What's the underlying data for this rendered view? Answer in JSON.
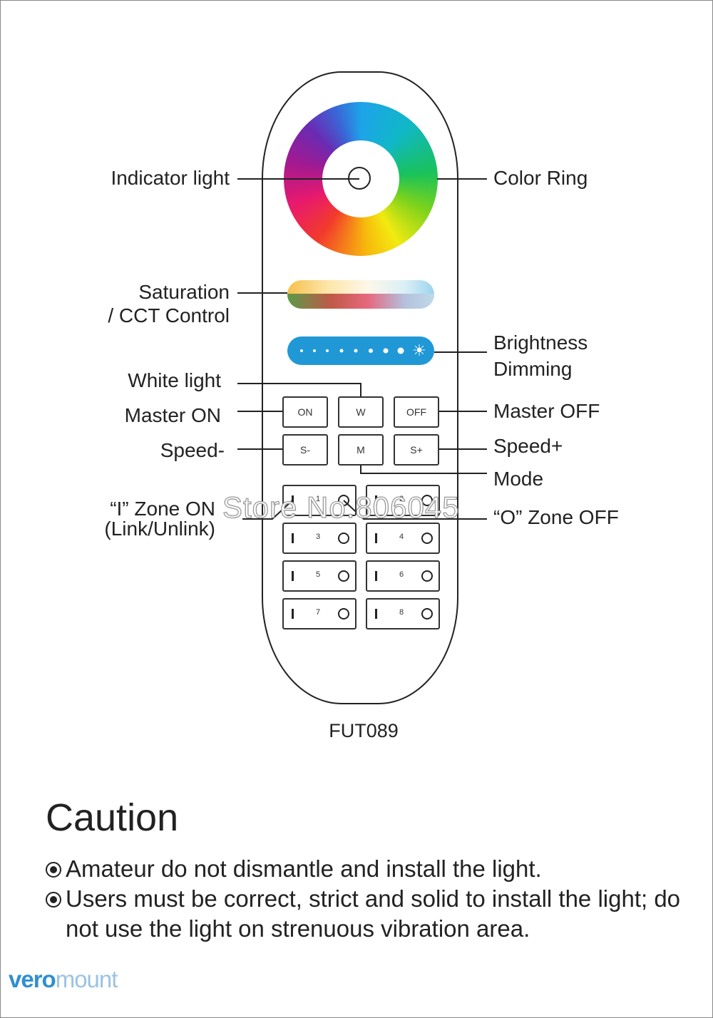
{
  "remote": {
    "model": "FUT089",
    "buttons": {
      "on": "ON",
      "white": "W",
      "off": "OFF",
      "speed_minus": "S-",
      "mode": "M",
      "speed_plus": "S+"
    },
    "zones": [
      "1",
      "2",
      "3",
      "4",
      "5",
      "6",
      "7",
      "8"
    ],
    "brightness_icon": "sun-icon"
  },
  "labels": {
    "indicator_light": "Indicator light",
    "color_ring": "Color Ring",
    "saturation_line1": "Saturation",
    "saturation_line2": "/ CCT Control",
    "brightness_line1": "Brightness",
    "brightness_line2": "Dimming",
    "white_light": "White light",
    "master_on": "Master ON",
    "master_off": "Master OFF",
    "speed_minus": "Speed-",
    "speed_plus": "Speed+",
    "mode": "Mode",
    "zone_on_line1": "“I” Zone ON",
    "zone_on_line2": "(Link/Unlink)",
    "zone_off": "“O” Zone OFF"
  },
  "watermark": "Store No.806045",
  "caution": {
    "title": "Caution",
    "items": [
      "Amateur do not dismantle and install the light.",
      "Users must be correct, strict and solid to install the light; do not use the light on strenuous vibration area."
    ]
  },
  "logo": {
    "part1": "vero",
    "part2": "mount"
  },
  "colors": {
    "brightness_bar": "#2198d6",
    "logo_primary": "#2f8fd0",
    "logo_secondary": "#9bc3e2"
  }
}
